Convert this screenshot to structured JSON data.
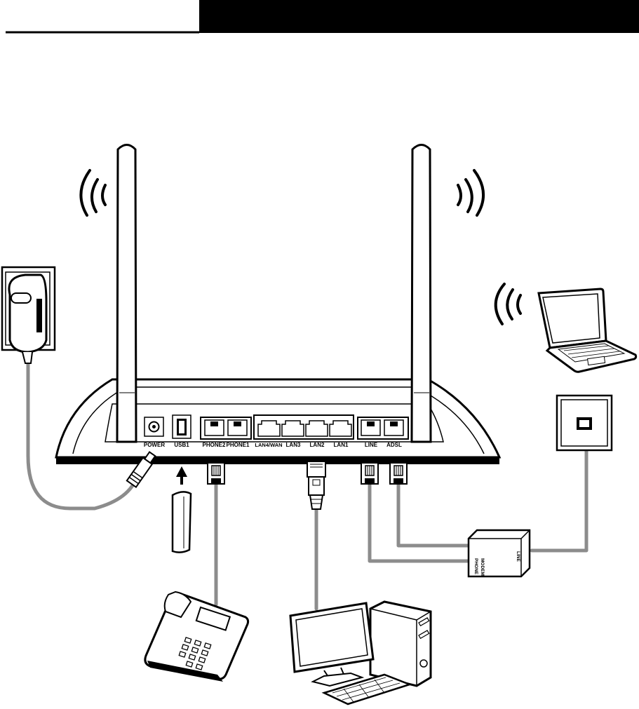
{
  "ports": {
    "power": "POWER",
    "usb1": "USB1",
    "phone2": "PHONE2",
    "phone1": "PHONE1",
    "lan4wan": "LAN4/WAN",
    "lan3": "LAN3",
    "lan2": "LAN2",
    "lan1": "LAN1",
    "line": "LINE",
    "adsl": "ADSL"
  },
  "splitter": {
    "modem": "MODEM",
    "phone": "PHONE",
    "line": "LINE"
  },
  "colors": {
    "header_bar": "#000000",
    "cable": "#8c8c8c",
    "outline": "#000000"
  },
  "icons": [
    "power-adapter-icon",
    "usb-modem-icon",
    "telephone-icon",
    "desktop-computer-icon",
    "laptop-icon",
    "wall-phone-jack-icon",
    "splitter-icon",
    "wireless-signal-icon",
    "antenna-icon"
  ]
}
